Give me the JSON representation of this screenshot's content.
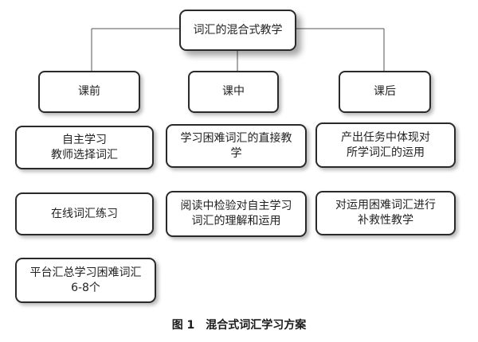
{
  "diagram": {
    "root": "词汇的混合式教学",
    "phases": [
      {
        "label": "课前",
        "items": [
          "自主学习\n教师选择词汇",
          "在线词汇练习",
          "平台汇总学习困难词汇\n6-8个"
        ]
      },
      {
        "label": "课中",
        "items": [
          "学习困难词汇的直接教\n学",
          "阅读中检验对自主学习\n词汇的理解和运用"
        ]
      },
      {
        "label": "课后",
        "items": [
          "产出任务中体现对\n所学词汇的运用",
          "对运用困难词汇进行\n补救性教学"
        ]
      }
    ]
  },
  "caption": "图 1　混合式词汇学习方案"
}
